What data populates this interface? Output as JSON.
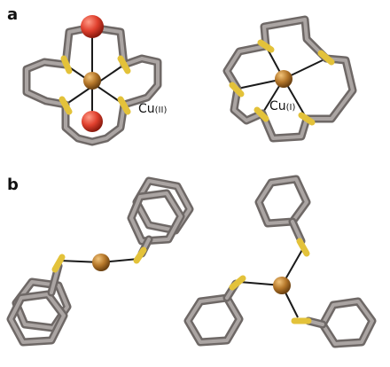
{
  "figure": {
    "panel_a": {
      "label": "a"
    },
    "panel_b": {
      "label": "b"
    },
    "complex_a_left": {
      "metal": "Cu",
      "oxidation": "(II)"
    },
    "complex_a_right": {
      "metal": "Cu",
      "oxidation": "(I)"
    }
  },
  "colors": {
    "carbon": "#77716f",
    "carbon_highlight": "#aba5a3",
    "sulfur": "#e3c23a",
    "copper": "#b5772a",
    "oxygen": "#e0402e",
    "metal_bond": "#1a1a1a",
    "background": "#ffffff"
  }
}
